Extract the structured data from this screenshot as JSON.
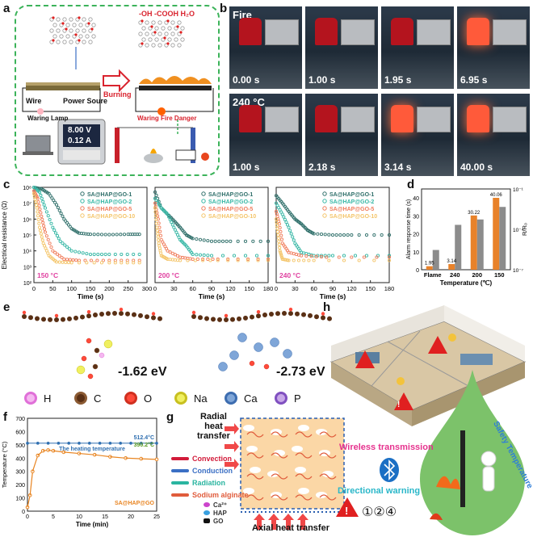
{
  "panel_a": {
    "letter": "a",
    "groups_label": "-OH -COOH H₂O",
    "wire": "Wire",
    "power": "Power Soure",
    "lamp": "Waring Lamp",
    "burning": "Burning",
    "fire_danger": "Waring Fire Danger",
    "voltage": "8.00 V",
    "current": "0.12 A"
  },
  "panel_b": {
    "letter": "b",
    "row1_title": "Fire",
    "row1_times": [
      "0.00 s",
      "1.00 s",
      "1.95 s",
      "6.95 s"
    ],
    "row2_title": "240 °C",
    "row2_times": [
      "1.00 s",
      "2.18 s",
      "3.14 s",
      "40.00 s"
    ]
  },
  "panel_c": {
    "letter": "c",
    "ylabel": "Electrical resistance (Ω)",
    "xlabel": "Time (s)",
    "legend": [
      "SA@HAP@GO-1",
      "SA@HAP@GO-2",
      "SA@HAP@GO-5",
      "SA@HAP@GO-10"
    ],
    "colors": [
      "#2f6f6a",
      "#36b7a5",
      "#f07d5c",
      "#f4c56a"
    ],
    "sub1": {
      "temp": "150 °C",
      "xticks": [
        "0",
        "50",
        "100",
        "150",
        "200",
        "250",
        "300"
      ]
    },
    "sub2": {
      "temp": "200 °C",
      "xticks": [
        "0",
        "30",
        "60",
        "90",
        "120",
        "150",
        "180"
      ]
    },
    "sub3": {
      "temp": "240 °C",
      "xticks": [
        "0",
        "30",
        "60",
        "90",
        "120",
        "150",
        "180"
      ]
    },
    "yticks": [
      "10²",
      "10³",
      "10⁴",
      "10⁵",
      "10⁶",
      "10⁷",
      "10⁸"
    ]
  },
  "panel_d": {
    "letter": "d",
    "ylabel_left": "Alarm response time (s)",
    "ylabel_right": "R/R₀",
    "xlabel": "Temperature (℃)",
    "categories": [
      "Flame",
      "240",
      "200",
      "150"
    ],
    "yticks": [
      "0",
      "10",
      "20",
      "30",
      "40"
    ],
    "rticks": [
      "10⁻⁷",
      "10⁻⁴",
      "10⁻¹"
    ],
    "labels": [
      "1.95",
      "3.14",
      "30.22",
      "40.06"
    ]
  },
  "panel_e": {
    "letter": "e",
    "energy1": "-1.62 eV",
    "energy2": "-2.73 eV",
    "atoms": [
      {
        "sym": "H",
        "color": "#f5b8f0",
        "ring": "#e070d8"
      },
      {
        "sym": "C",
        "color": "#5a3015",
        "ring": "#8b5a33"
      },
      {
        "sym": "O",
        "color": "#ff4a3a",
        "ring": "#d03020"
      },
      {
        "sym": "Na",
        "color": "#f0f060",
        "ring": "#c8c020"
      },
      {
        "sym": "Ca",
        "color": "#7fa6d8",
        "ring": "#3d6db0"
      },
      {
        "sym": "P",
        "color": "#c8a8e8",
        "ring": "#8050c0"
      }
    ]
  },
  "panel_f": {
    "letter": "f",
    "ylabel": "Temperature (°C)",
    "xlabel": "Time (min)",
    "heating_label": "The heating temperature",
    "val_top": "512.4°C",
    "val_mid": "390.2°C",
    "series": "SA@HAP@GO",
    "xticks": [
      "0",
      "5",
      "10",
      "15",
      "20",
      "25"
    ],
    "yticks": [
      "0",
      "100",
      "200",
      "300",
      "400",
      "500",
      "600",
      "700"
    ]
  },
  "panel_g": {
    "letter": "g",
    "radial": [
      "Radial",
      "heat",
      "transfer"
    ],
    "legend": [
      "Convection",
      "Conduction",
      "Radiation",
      "Sodium alginate",
      "Ca²⁺",
      "HAP",
      "GO"
    ],
    "legend_colors": [
      "#d21b3a",
      "#3b6fc4",
      "#2ab5a0",
      "#e05c3c",
      "#cc44cc",
      "#39a0e0",
      "#111111"
    ],
    "axial": "Axial heat transfer"
  },
  "panel_h": {
    "letter": "h",
    "wireless": "Wireless transmission",
    "directional": "Directional warning",
    "safety": "Safety Temperature",
    "markers": "①②④"
  },
  "chart_data": [
    {
      "type": "line",
      "title": "",
      "xlabel": "Time (s)",
      "ylabel": "Electrical resistance (Ω)",
      "yscale": "log",
      "ylim": [
        100,
        100000000
      ],
      "xlim": [
        0,
        300
      ],
      "annotation": "150 °C",
      "series": [
        {
          "name": "SA@HAP@GO-1",
          "x": [
            0,
            20,
            40,
            60,
            80,
            100,
            120,
            150,
            200,
            250,
            280
          ],
          "y": [
            100000000,
            80000000,
            40000000,
            8000000,
            1000000,
            250000,
            130000,
            110000,
            105000,
            110000,
            110000
          ]
        },
        {
          "name": "SA@HAP@GO-2",
          "x": [
            0,
            15,
            30,
            50,
            70,
            100,
            150,
            200,
            280
          ],
          "y": [
            100000000,
            50000000,
            5000000,
            300000,
            40000,
            10000,
            6000,
            6000,
            6000
          ]
        },
        {
          "name": "SA@HAP@GO-5",
          "x": [
            0,
            10,
            20,
            30,
            50,
            80,
            120,
            200,
            280
          ],
          "y": [
            60000000,
            20000000,
            1500000,
            150000,
            10000,
            3000,
            2500,
            2500,
            2500
          ]
        },
        {
          "name": "SA@HAP@GO-10",
          "x": [
            0,
            8,
            15,
            25,
            40,
            60,
            100,
            200,
            280
          ],
          "y": [
            40000000,
            5000000,
            300000,
            30000,
            5000,
            2000,
            1800,
            1800,
            1800
          ]
        }
      ]
    },
    {
      "type": "line",
      "xlabel": "Time (s)",
      "yscale": "log",
      "ylim": [
        100,
        100000000
      ],
      "xlim": [
        0,
        180
      ],
      "annotation": "200 °C",
      "series": [
        {
          "name": "SA@HAP@GO-1",
          "x": [
            0,
            10,
            20,
            30,
            40,
            50,
            60,
            90,
            120,
            180
          ],
          "y": [
            50000000,
            5000000,
            2000000,
            800000,
            300000,
            100000,
            60000,
            40000,
            40000,
            40000
          ]
        },
        {
          "name": "SA@HAP@GO-2",
          "x": [
            0,
            10,
            20,
            30,
            40,
            50,
            60,
            90,
            180
          ],
          "y": [
            20000000,
            5000000,
            2000000,
            300000,
            50000,
            20000,
            6000,
            5000,
            5000
          ]
        },
        {
          "name": "SA@HAP@GO-5",
          "x": [
            0,
            5,
            10,
            20,
            40,
            60,
            100,
            180
          ],
          "y": [
            10000000,
            1000000,
            50000,
            10000,
            4000,
            3000,
            3000,
            3000
          ]
        },
        {
          "name": "SA@HAP@GO-10",
          "x": [
            0,
            3,
            6,
            10,
            20,
            40,
            100,
            180
          ],
          "y": [
            5000000,
            300000,
            30000,
            5000,
            3000,
            2500,
            2500,
            2500
          ]
        }
      ]
    },
    {
      "type": "line",
      "xlabel": "Time (s)",
      "yscale": "log",
      "ylim": [
        100,
        100000000
      ],
      "xlim": [
        0,
        180
      ],
      "annotation": "240 °C",
      "series": [
        {
          "name": "SA@HAP@GO-1",
          "x": [
            0,
            10,
            20,
            30,
            40,
            50,
            60,
            90,
            120,
            180
          ],
          "y": [
            30000000,
            10000000,
            3000000,
            1000000,
            500000,
            200000,
            120000,
            100000,
            100000,
            100000
          ]
        },
        {
          "name": "SA@HAP@GO-2",
          "x": [
            0,
            10,
            20,
            30,
            40,
            60,
            90,
            180
          ],
          "y": [
            10000000,
            2000000,
            300000,
            30000,
            8000,
            5000,
            5000,
            5000
          ]
        },
        {
          "name": "SA@HAP@GO-5",
          "x": [
            0,
            5,
            10,
            20,
            40,
            80,
            180
          ],
          "y": [
            3000000,
            500000,
            30000,
            8000,
            5000,
            4000,
            4000
          ]
        },
        {
          "name": "SA@HAP@GO-10",
          "x": [
            0,
            3,
            6,
            10,
            20,
            60,
            180
          ],
          "y": [
            1000000,
            100000,
            10000,
            3000,
            2500,
            2500,
            2500
          ]
        }
      ]
    },
    {
      "type": "bar",
      "xlabel": "Temperature (℃)",
      "ylabel": "Alarm response time (s)",
      "ylim": [
        0,
        45
      ],
      "categories": [
        "Flame",
        "240",
        "200",
        "150"
      ],
      "series": [
        {
          "name": "",
          "values": [
            1.95,
            3.14,
            30.22,
            40.06
          ],
          "color": "#e8822a"
        },
        {
          "name": "",
          "values": [
            11,
            25,
            28,
            35
          ],
          "color": "#8c8c8c"
        }
      ]
    },
    {
      "type": "line",
      "xlabel": "Time (min)",
      "ylabel": "Temperature (°C)",
      "xlim": [
        0,
        25
      ],
      "ylim": [
        0,
        700
      ],
      "series": [
        {
          "name": "The heating temperature",
          "x": [
            0,
            2,
            4,
            6,
            8,
            10,
            12,
            14,
            16,
            18,
            20,
            22,
            24,
            25
          ],
          "y": [
            512.4,
            512.4,
            512.4,
            512.4,
            512.4,
            512.4,
            512.4,
            512.4,
            512.4,
            512.4,
            512.4,
            512.4,
            512.4,
            512.4
          ]
        },
        {
          "name": "SA@HAP@GO",
          "x": [
            0,
            0.5,
            1,
            2,
            3,
            4,
            5,
            7,
            10,
            13,
            16,
            19,
            22,
            25
          ],
          "y": [
            30,
            120,
            300,
            420,
            455,
            460,
            455,
            445,
            435,
            425,
            410,
            400,
            395,
            390.2
          ]
        }
      ]
    }
  ]
}
